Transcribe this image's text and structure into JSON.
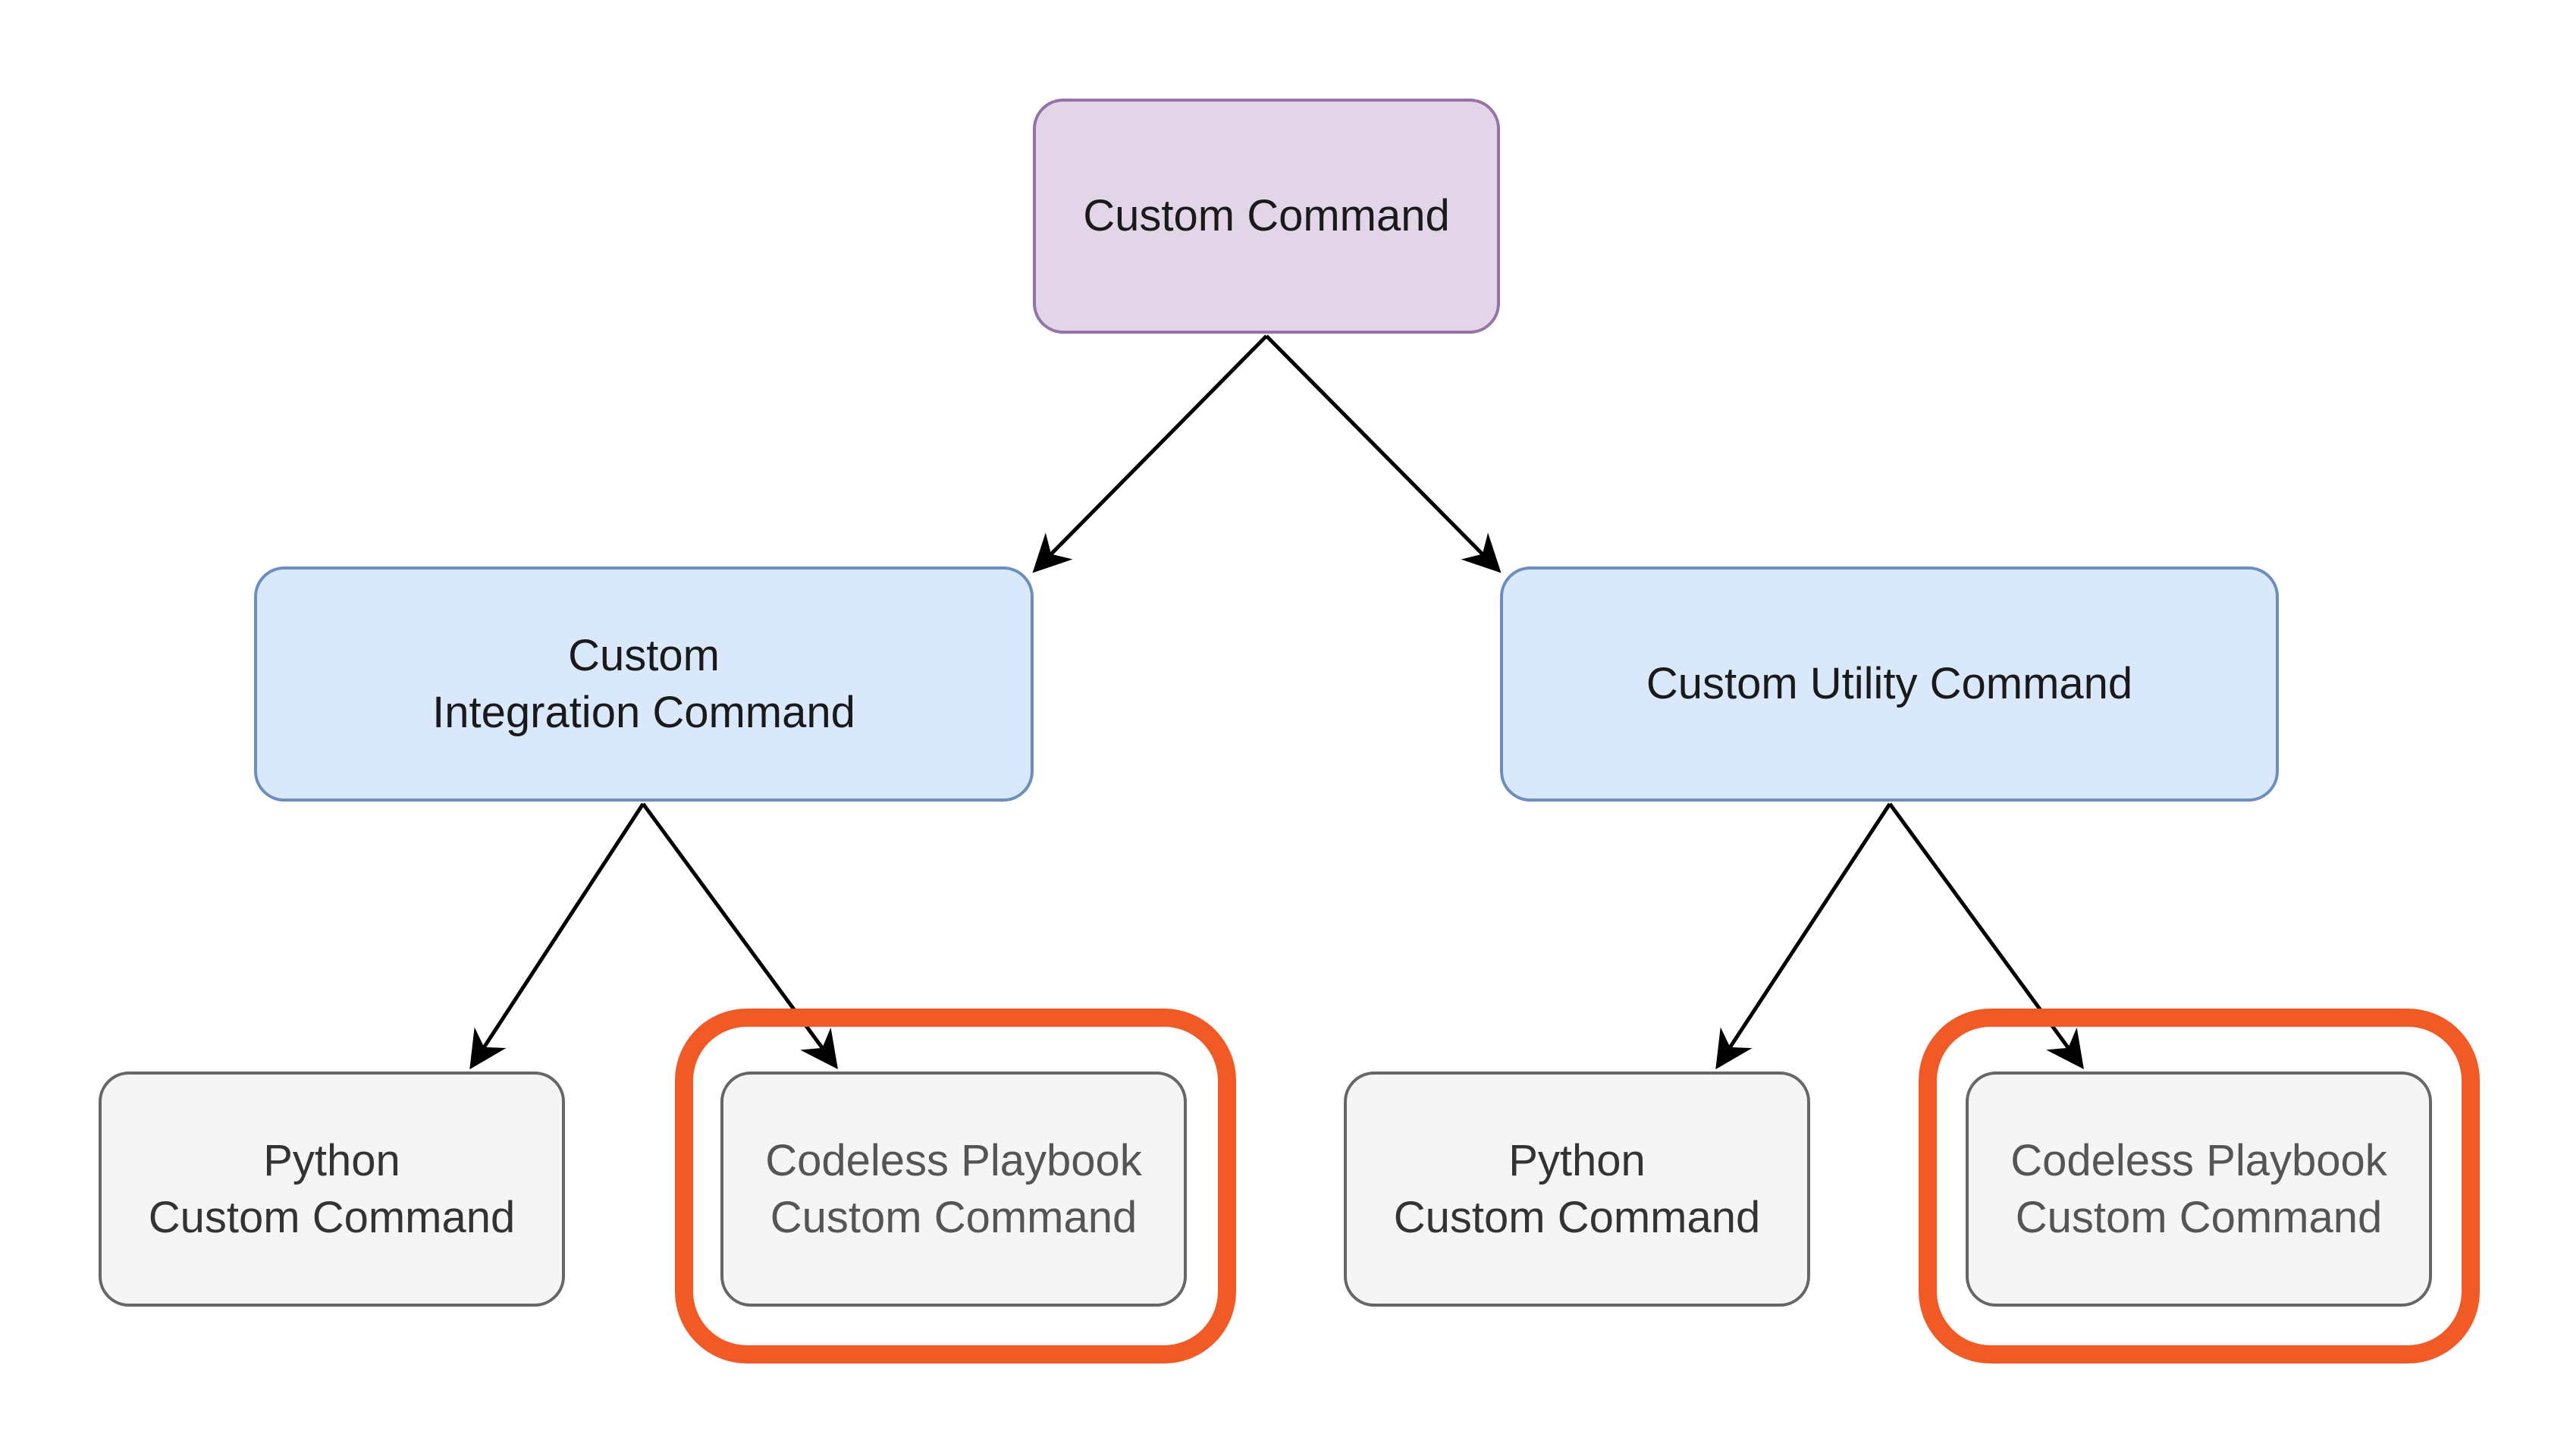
{
  "diagram": {
    "root": {
      "label": "Custom Command"
    },
    "integration": {
      "label": "Custom\nIntegration Command"
    },
    "utility": {
      "label": "Custom Utility Command"
    },
    "integration_python": {
      "label": "Python\nCustom Command"
    },
    "integration_codeless": {
      "label": "Codeless Playbook\nCustom Command"
    },
    "utility_python": {
      "label": "Python\nCustom Command"
    },
    "utility_codeless": {
      "label": "Codeless Playbook\nCustom Command"
    },
    "edges": [
      {
        "from": "root",
        "to": "integration"
      },
      {
        "from": "root",
        "to": "utility"
      },
      {
        "from": "integration",
        "to": "integration_python"
      },
      {
        "from": "integration",
        "to": "integration_codeless"
      },
      {
        "from": "utility",
        "to": "utility_python"
      },
      {
        "from": "utility",
        "to": "utility_codeless"
      }
    ],
    "highlighted": [
      "integration_codeless",
      "utility_codeless"
    ]
  },
  "colors": {
    "root_fill": "#e1d5e7",
    "root_stroke": "#9673a6",
    "mid_fill": "#dae8fc",
    "mid_stroke": "#6c8ebf",
    "leaf_fill": "#f5f5f5",
    "leaf_stroke": "#666666",
    "highlight": "#f15a24",
    "edge": "#000000"
  }
}
